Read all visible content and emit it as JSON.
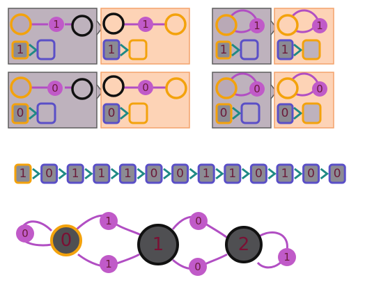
{
  "title": "",
  "colors": {
    "panel_before": "#beb2bd",
    "panel_after": "#fdd3b6",
    "panel_border_before": "#5d5d5d",
    "panel_border_after": "#f4a26a",
    "orange": "#f3a20c",
    "magenta": "#b14ec3",
    "magenta_fill": "#c05ac8",
    "purple": "#5a4fc7",
    "teal": "#1f8a85",
    "black": "#111111",
    "gray_cell": "#8c8b93",
    "dark_node": "#4f4f52"
  },
  "rules": [
    {
      "id": "r1",
      "symbol": "1",
      "kind": "write"
    },
    {
      "id": "r2",
      "symbol": "1",
      "kind": "loop"
    },
    {
      "id": "r3",
      "symbol": "0",
      "kind": "write"
    },
    {
      "id": "r4",
      "symbol": "0",
      "kind": "loop"
    }
  ],
  "tape": {
    "cells": [
      "1",
      "0",
      "1",
      "1",
      "1",
      "0",
      "0",
      "1",
      "1",
      "0",
      "1",
      "0",
      "0"
    ]
  },
  "machine": {
    "states": [
      "0",
      "1",
      "2"
    ],
    "edge_labels": {
      "s0_self": "0",
      "s0_s1_top": "1",
      "s0_s1_bottom": "1",
      "s1_s2_top": "0",
      "s1_s2_bottom": "0",
      "s2_self": "1"
    }
  }
}
